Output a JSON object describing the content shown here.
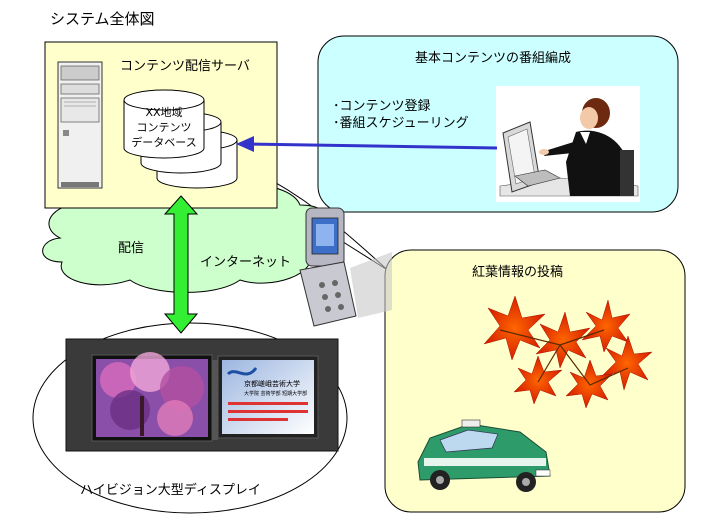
{
  "title": "システム全体図",
  "server_box": {
    "label": "コンテンツ配信サーバ",
    "db_lines": [
      "XX地域",
      "コンテンツ",
      "データベース"
    ]
  },
  "content_box": {
    "label": "基本コンテンツの番組編成",
    "items": [
      "･コンテンツ登録",
      "･番組スケジューリング"
    ]
  },
  "cloud": {
    "left_label": "配信",
    "right_label": "インターネット"
  },
  "display": {
    "label": "ハイビジョン大型ディスプレイ",
    "screen_lines": [
      "京都嵯峨芸術大学",
      "大学院 芸術学部 短期大学部"
    ]
  },
  "post_box": {
    "label": "紅葉情報の投稿"
  },
  "colors": {
    "server_bg": "#ffffcc",
    "content_bg": "#ccffff",
    "post_bg": "#ffffcc",
    "cloud_bg": "#ccffcc",
    "arrow_blue": "#3333cc",
    "arrow_green": "#33ee33"
  }
}
